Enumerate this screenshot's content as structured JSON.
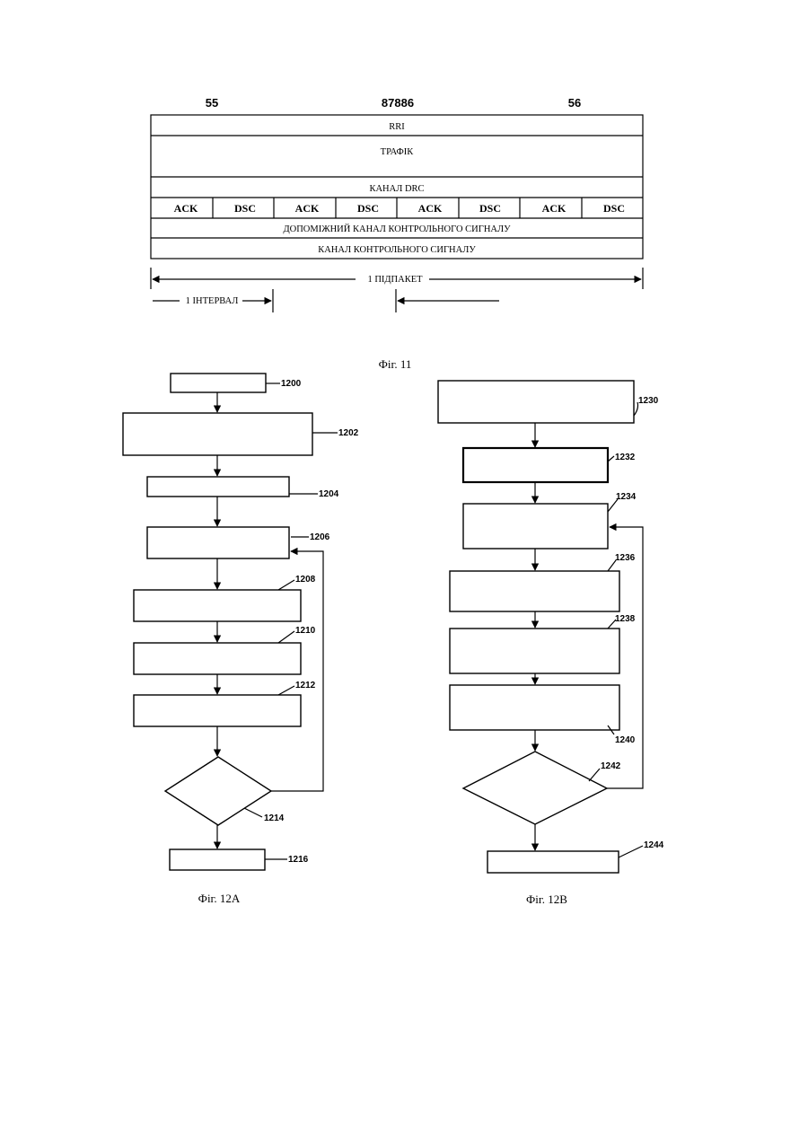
{
  "header_numbers": {
    "left": "55",
    "center": "87886",
    "right": "56"
  },
  "fig11": {
    "rows": {
      "rri": "RRI",
      "traffic": "ТРАФІК",
      "drc": "КАНАЛ DRC",
      "aux_pilot": "ДОПОМІЖНИЙ КАНАЛ КОНТРОЛЬНОГО СИГНАЛУ",
      "pilot": "КАНАЛ КОНТРОЛЬНОГО СИГНАЛУ"
    },
    "cells": [
      "ACK",
      "DSC",
      "ACK",
      "DSC",
      "ACK",
      "DSC",
      "ACK",
      "DSC"
    ],
    "subpacket_label": "1 ПІДПАКЕТ",
    "interval_label": "1 ІНТЕРВАЛ",
    "caption": "Фіг. 11"
  },
  "fig12a": {
    "refs": [
      "1200",
      "1202",
      "1204",
      "1206",
      "1208",
      "1210",
      "1212",
      "1214",
      "1216"
    ],
    "caption": "Фіг. 12А"
  },
  "fig12b": {
    "refs": [
      "1230",
      "1232",
      "1234",
      "1236",
      "1238",
      "1240",
      "1242",
      "1244"
    ],
    "caption": "Фіг. 12В"
  }
}
